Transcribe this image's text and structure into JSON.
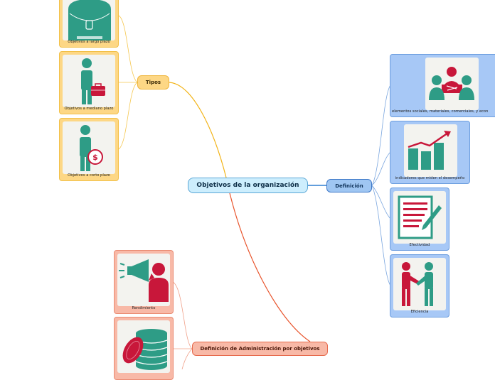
{
  "central": {
    "label": "Objetivos de la organización"
  },
  "definicion": {
    "label": "Definición",
    "items": [
      {
        "caption": "elementos sociales, materiales, comerciales, y econ",
        "icon": "meeting-icon"
      },
      {
        "caption": "indicadores que miden el desempeño",
        "icon": "growth-chart-icon"
      },
      {
        "caption": "Efectividad",
        "icon": "document-pen-icon"
      },
      {
        "caption": "Eficiencia",
        "icon": "handshake-icon"
      }
    ]
  },
  "tipos": {
    "label": "Tipos",
    "items": [
      {
        "caption": "Objetivos a largo plazo",
        "icon": "person-backpack-icon"
      },
      {
        "caption": "Objetivos a mediano plazo",
        "icon": "person-briefcase-icon"
      },
      {
        "caption": "Objetivos a corto plazo",
        "icon": "person-coin-icon"
      }
    ]
  },
  "administracion": {
    "label": "Definición de Administración por objetivos",
    "items": [
      {
        "caption": "Rendimiento",
        "icon": "megaphone-person-icon"
      },
      {
        "caption": "",
        "icon": "coin-stack-icon"
      }
    ]
  },
  "colors": {
    "central_fill": "#cdeefd",
    "definicion_branch": "#3f79c8",
    "tipos_branch": "#f2b316",
    "admin_branch": "#e8542c",
    "icon_teal": "#2e9c86",
    "icon_red": "#c8173a"
  }
}
